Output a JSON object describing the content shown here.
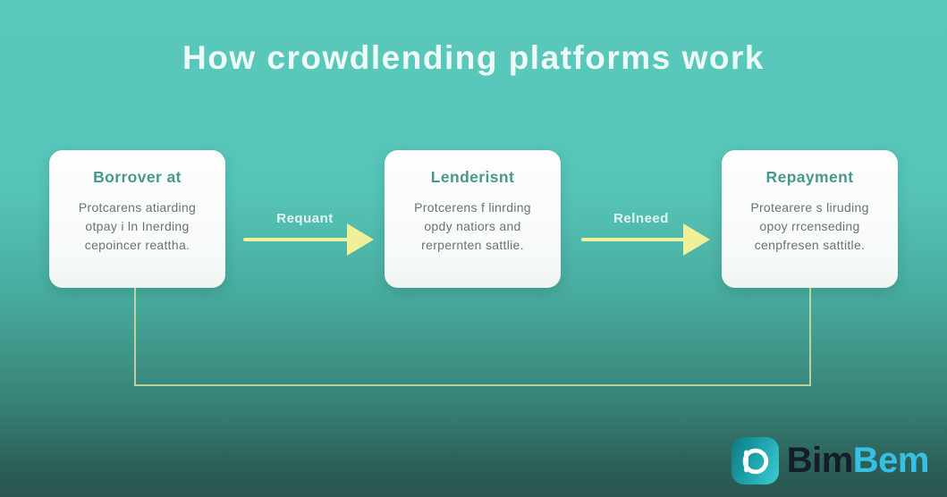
{
  "title": "How crowdlending platforms work",
  "boxes": [
    {
      "title": "Borrover at",
      "body": [
        "Protcarens atiarding",
        "otpay i ln Inerding",
        "cepoincer reattha."
      ]
    },
    {
      "title": "Lenderisnt",
      "body": [
        "Protcerens f linrding",
        "opdy natiors and",
        "rerpernten sattlie."
      ]
    },
    {
      "title": "Repayment",
      "body": [
        "Protearere s liruding",
        "opoy rrcenseding",
        "cenpfresen sattitle."
      ]
    }
  ],
  "arrows": [
    {
      "label": "Requant"
    },
    {
      "label": "Relneed"
    }
  ],
  "logo": {
    "part1": "Bim",
    "part2": "Bem"
  },
  "colors": {
    "background_top": "#5ac9bc",
    "background_bottom": "#2a564f",
    "card_background": "#fbfdfc",
    "card_title": "#47988d",
    "card_body_text": "#69737a",
    "arrow": "#f1efa0",
    "arrow_label": "#e3f5f0",
    "loop_line": "#d4daa0",
    "title_text": "#eefaf7",
    "logo_dark": "#141e2a",
    "logo_cyan": "#38c0e4",
    "logo_icon_gradient_start": "#127884",
    "logo_icon_gradient_end": "#3bcdd2"
  }
}
